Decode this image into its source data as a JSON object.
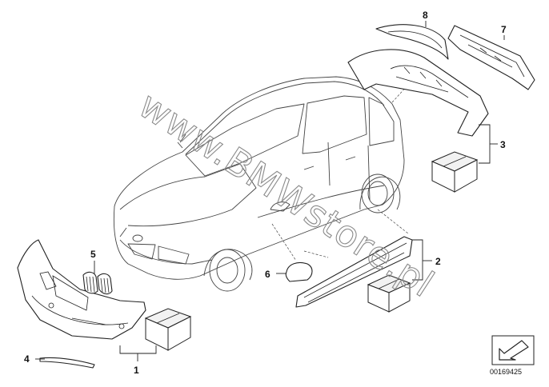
{
  "callouts": {
    "c1": "1",
    "c2": "2",
    "c3": "3",
    "c4": "4",
    "c5": "5",
    "c6": "6",
    "c7": "7",
    "c8": "8"
  },
  "watermark": "www.BMWstore.pl",
  "doc_number": "00169425",
  "icons": {
    "navigation": "arrow-down-left-icon",
    "package": "parts-box-icon"
  }
}
